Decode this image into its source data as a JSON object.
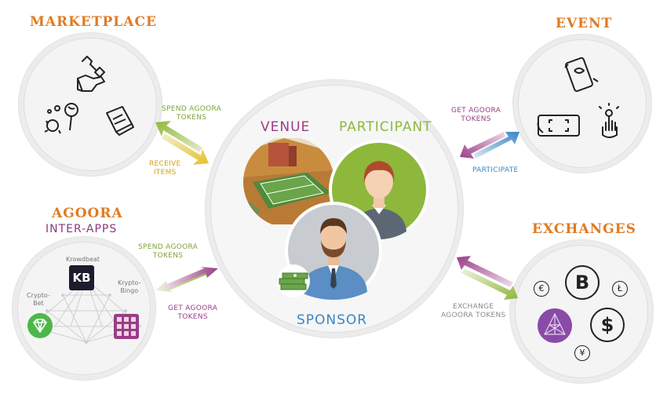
{
  "headings": {
    "marketplace": "MARKETPLACE",
    "event": "EVENT",
    "agoora": "AGOORA",
    "inter_apps": "INTER-APPS",
    "exchanges": "EXCHANGES"
  },
  "center": {
    "venue": "VENUE",
    "participant": "PARTICIPANT",
    "sponsor": "SPONSOR"
  },
  "arrows": {
    "marketplace_spend_1": "SPEND AGOORA",
    "marketplace_spend_2": "TOKENS",
    "marketplace_receive_1": "RECEIVE",
    "marketplace_receive_2": "ITEMS",
    "event_get_1": "GET AGOORA",
    "event_get_2": "TOKENS",
    "event_participate": "PARTICIPATE",
    "apps_spend_1": "SPEND AGOORA",
    "apps_spend_2": "TOKENS",
    "apps_get_1": "GET AGOORA",
    "apps_get_2": "TOKENS",
    "exchange_1": "EXCHANGE",
    "exchange_2": "AGOORA TOKENS"
  },
  "apps": {
    "krowdbeat": "Krowdbeat",
    "crypto_bet_1": "Crypto-",
    "crypto_bet_2": "Bet",
    "crypto_bingo_1": "Krypto-",
    "crypto_bingo_2": "Bingo",
    "krowdbeat_logo": "KB"
  },
  "currencies": {
    "euro": "€",
    "bitcoin": "B",
    "litecoin": "Ł",
    "dollar": "$",
    "yen": "¥"
  },
  "colors": {
    "orange": "#e07b24",
    "purple": "#9a3d86",
    "green": "#8db83c",
    "blue": "#3a86c4",
    "yellow": "#e4c22a"
  },
  "icons": [
    "wrench-hand-icon",
    "candy-icon",
    "tea-gift-icon",
    "phone-ticket-icon",
    "qr-scan-phone-icon",
    "touch-gesture-icon",
    "money-stack-icon",
    "diamond-icon",
    "bingo-card-icon",
    "agoora-logo-icon"
  ]
}
